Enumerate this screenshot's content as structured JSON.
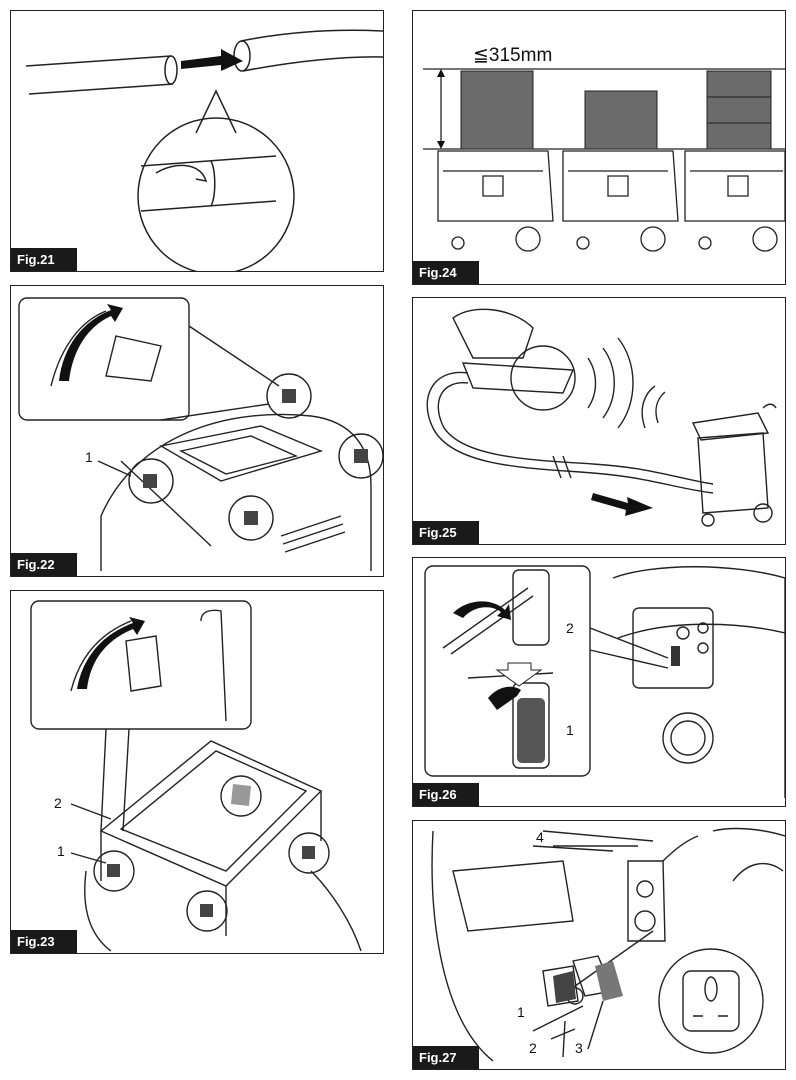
{
  "figures": {
    "fig21": {
      "label": "Fig.21"
    },
    "fig22": {
      "label": "Fig.22",
      "callouts": [
        "1"
      ]
    },
    "fig23": {
      "label": "Fig.23",
      "callouts": [
        "2",
        "1"
      ]
    },
    "fig24": {
      "label": "Fig.24",
      "dimension": "≦315mm"
    },
    "fig25": {
      "label": "Fig.25"
    },
    "fig26": {
      "label": "Fig.26",
      "callouts": [
        "2",
        "1"
      ]
    },
    "fig27": {
      "label": "Fig.27",
      "callouts": [
        "4",
        "1",
        "2",
        "3"
      ]
    }
  },
  "colors": {
    "line": "#222222",
    "case_fill": "#6b6b6b",
    "label_bg": "#1a1a1a"
  }
}
